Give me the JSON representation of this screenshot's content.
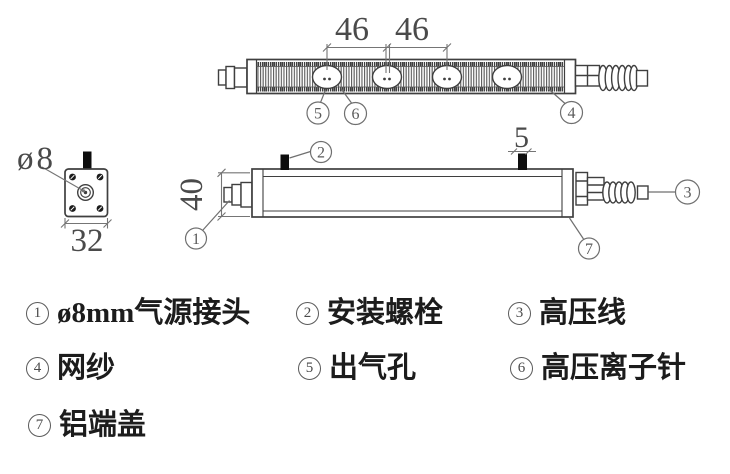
{
  "colors": {
    "line": "#3f3f3f",
    "leader": "#757575",
    "dim_text": "#4a4a4a",
    "legend_text": "#1c1c1c",
    "bolt_fill": "#0d0d0d",
    "background": "#ffffff"
  },
  "drawing": {
    "top_view": {
      "dim_pitch_left": "46",
      "dim_pitch_right": "46",
      "callout_outlet": "5",
      "callout_needle": "6",
      "callout_mesh": "4"
    },
    "side_view": {
      "dim_height": "40",
      "dim_bolt": "5",
      "callout_fitting": "1",
      "callout_bolt": "2",
      "callout_wire": "3",
      "callout_endcap": "7"
    },
    "end_view": {
      "dim_diameter": "ø8",
      "dim_width": "32"
    }
  },
  "legend": {
    "items": [
      {
        "num": "1",
        "label": "ø8mm气源接头"
      },
      {
        "num": "2",
        "label": "安装螺栓"
      },
      {
        "num": "3",
        "label": "高压线"
      },
      {
        "num": "4",
        "label": "网纱"
      },
      {
        "num": "5",
        "label": "出气孔"
      },
      {
        "num": "6",
        "label": "高压离子针"
      },
      {
        "num": "7",
        "label": "铝端盖"
      }
    ]
  }
}
